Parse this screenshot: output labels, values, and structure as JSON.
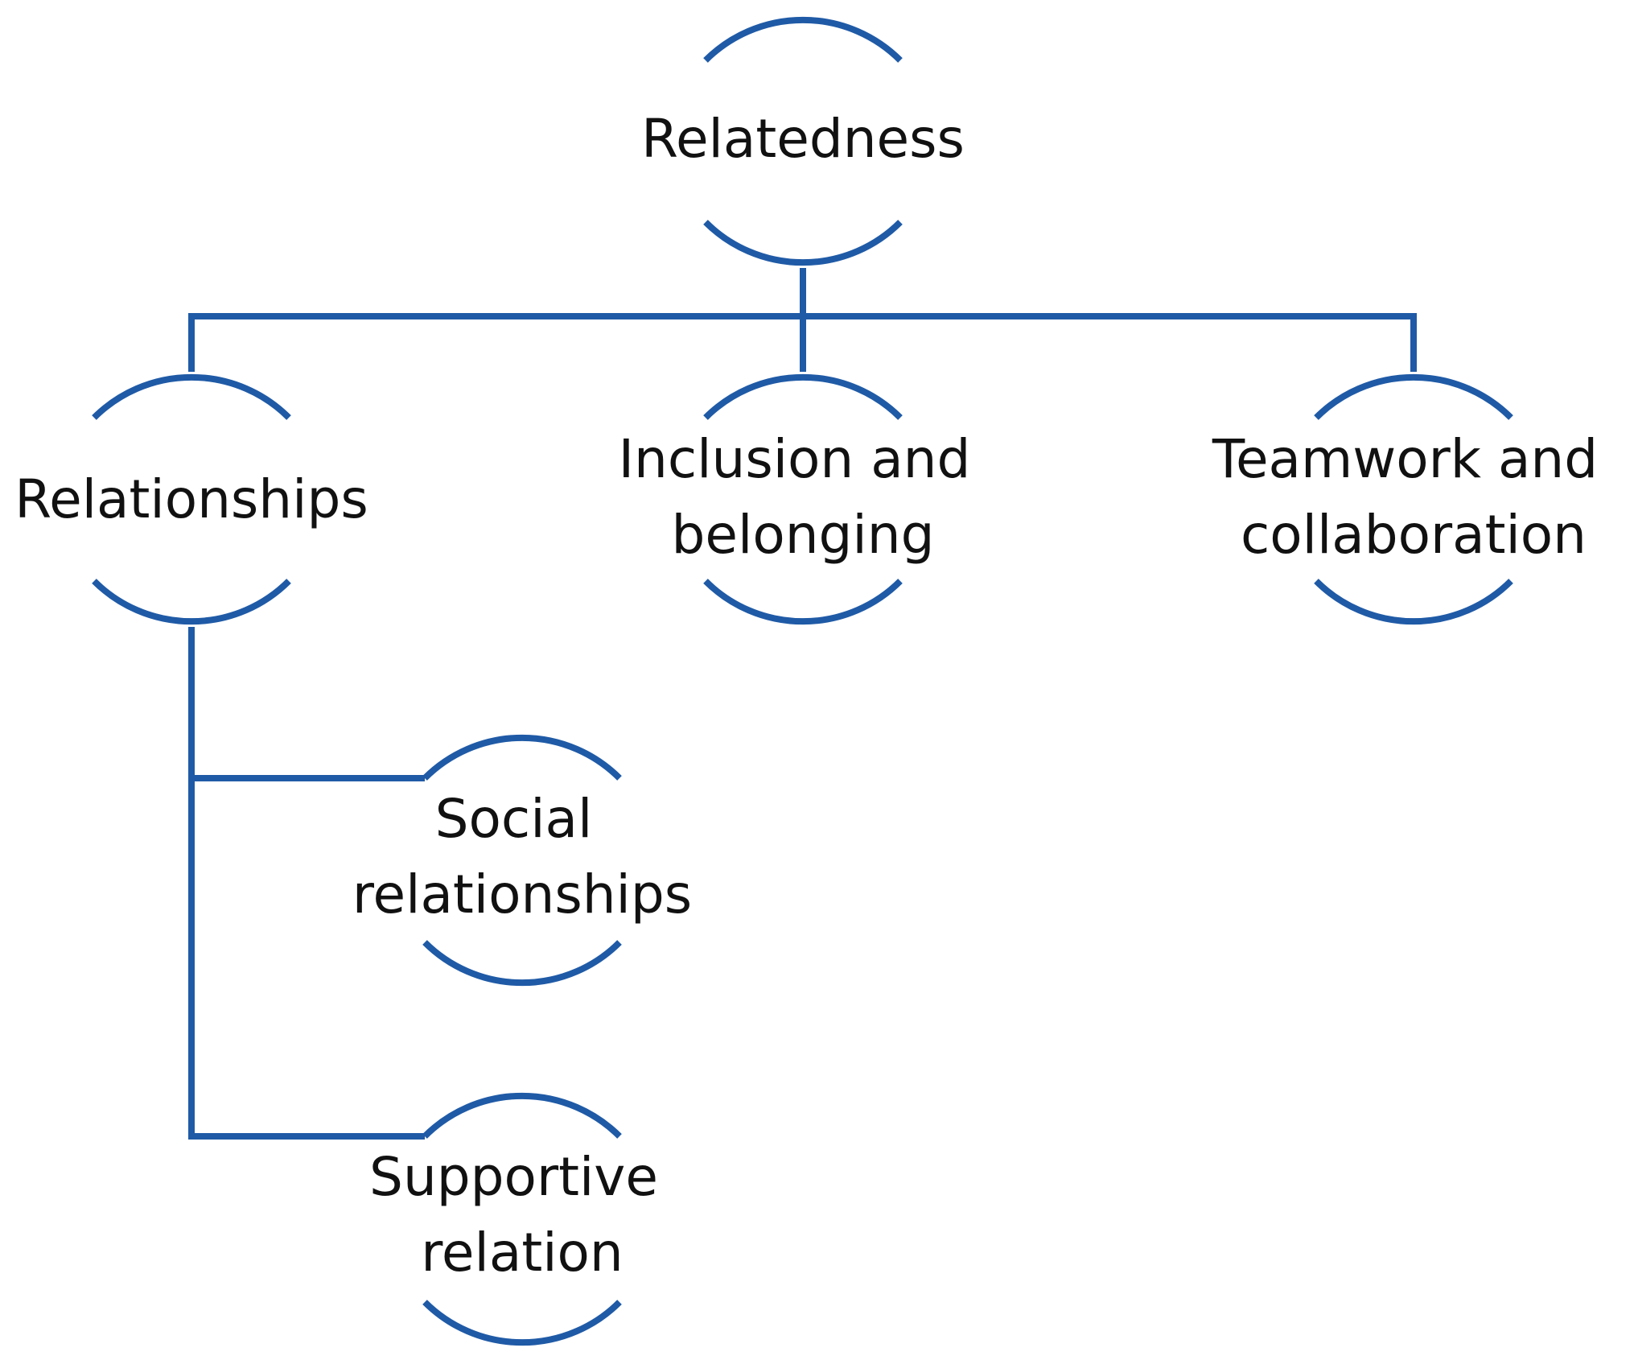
{
  "colors": {
    "stroke": "#1f5aa6",
    "text": "#111111",
    "background": "#ffffff"
  },
  "nodes": {
    "root": {
      "lines": [
        "Relatedness"
      ]
    },
    "relationships": {
      "lines": [
        "Relationships"
      ]
    },
    "inclusion": {
      "lines": [
        "Inclusion and",
        "belonging"
      ]
    },
    "teamwork": {
      "lines": [
        "Teamwork and",
        "collaboration"
      ]
    },
    "social": {
      "lines": [
        "Social",
        "relationships"
      ]
    },
    "supportive": {
      "lines": [
        "Supportive",
        "relation"
      ]
    }
  }
}
